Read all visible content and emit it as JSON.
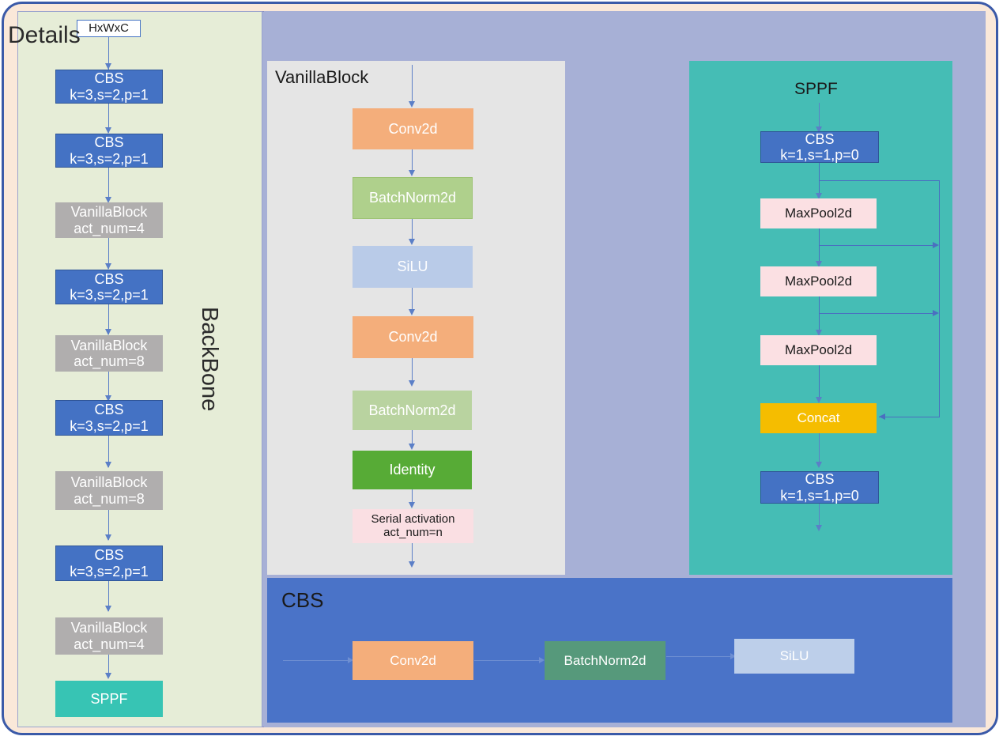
{
  "diagram": {
    "details_title": "Details",
    "backbone_label": "BackBone"
  },
  "backbone": {
    "nodes": [
      {
        "type": "input",
        "l1": "HxWxC",
        "l2": ""
      },
      {
        "type": "cbs",
        "l1": "CBS",
        "l2": "k=3,s=2,p=1"
      },
      {
        "type": "cbs",
        "l1": "CBS",
        "l2": "k=3,s=2,p=1"
      },
      {
        "type": "vanilla",
        "l1": "VanillaBlock",
        "l2": "act_num=4"
      },
      {
        "type": "cbs",
        "l1": "CBS",
        "l2": "k=3,s=2,p=1"
      },
      {
        "type": "vanilla",
        "l1": "VanillaBlock",
        "l2": "act_num=8"
      },
      {
        "type": "cbs",
        "l1": "CBS",
        "l2": "k=3,s=2,p=1"
      },
      {
        "type": "vanilla",
        "l1": "VanillaBlock",
        "l2": "act_num=8"
      },
      {
        "type": "cbs",
        "l1": "CBS",
        "l2": "k=3,s=2,p=1"
      },
      {
        "type": "vanilla",
        "l1": "VanillaBlock",
        "l2": "act_num=4"
      },
      {
        "type": "sppf",
        "l1": "SPPF",
        "l2": ""
      }
    ]
  },
  "vanilla_block": {
    "title": "VanillaBlock",
    "nodes": [
      {
        "l1": "Conv2d",
        "l2": ""
      },
      {
        "l1": "BatchNorm2d",
        "l2": ""
      },
      {
        "l1": "SiLU",
        "l2": ""
      },
      {
        "l1": "Conv2d",
        "l2": ""
      },
      {
        "l1": "BatchNorm2d",
        "l2": ""
      },
      {
        "l1": "Identity",
        "l2": ""
      },
      {
        "l1": "Serial activation",
        "l2": "act_num=n"
      }
    ]
  },
  "sppf": {
    "title": "SPPF",
    "nodes": [
      {
        "l1": "CBS",
        "l2": "k=1,s=1,p=0"
      },
      {
        "l1": "MaxPool2d",
        "l2": ""
      },
      {
        "l1": "MaxPool2d",
        "l2": ""
      },
      {
        "l1": "MaxPool2d",
        "l2": ""
      },
      {
        "l1": "Concat",
        "l2": ""
      },
      {
        "l1": "CBS",
        "l2": "k=1,s=1,p=0"
      }
    ]
  },
  "cbs_detail": {
    "title": "CBS",
    "nodes": [
      {
        "l1": "Conv2d",
        "l2": ""
      },
      {
        "l1": "BatchNorm2d",
        "l2": ""
      },
      {
        "l1": "SiLU",
        "l2": ""
      }
    ]
  },
  "colors": {
    "cbs_blue": "#4472c4",
    "vanilla_gray": "#b0aeae",
    "sppf_teal": "#37c4b4",
    "conv_orange": "#f4ae7b",
    "batchnorm_green": "#afd08c",
    "silu_blue": "#b9cbe8",
    "identity_green": "#57ab36",
    "serial_pink": "#fadfe3",
    "maxpool_pink": "#fbe0e3",
    "concat_yellow": "#f5bd00",
    "backbone_bg": "#e6edd7",
    "details_bg": "#a7b0d6",
    "vanilla_panel_bg": "#e5e5e5",
    "sppf_panel_bg": "#45bdb5",
    "cbs_panel_bg": "#4a73c8",
    "frame_border": "#3b5aa8",
    "frame_fill": "#fae8d9"
  }
}
